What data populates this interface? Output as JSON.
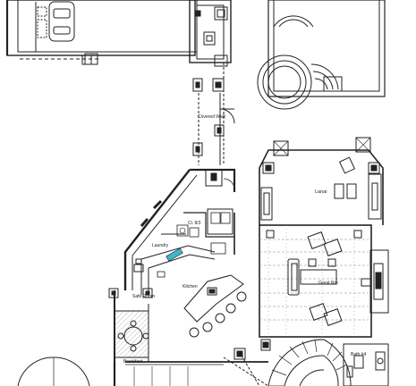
{
  "labels": {
    "covered_walk": "Covered Walk",
    "lanai": "Lanai",
    "laundry": "Laundry",
    "kitchen": "Kitchen",
    "great_rm": "Great Rm",
    "safe_room": "Safe Room",
    "breakfast": "Breakfast",
    "bath": "Bath #4",
    "closet": "Cl. 8/3"
  },
  "colors": {
    "line": "#222222",
    "hatch": "#777777",
    "accent": "#3fb6c9"
  }
}
